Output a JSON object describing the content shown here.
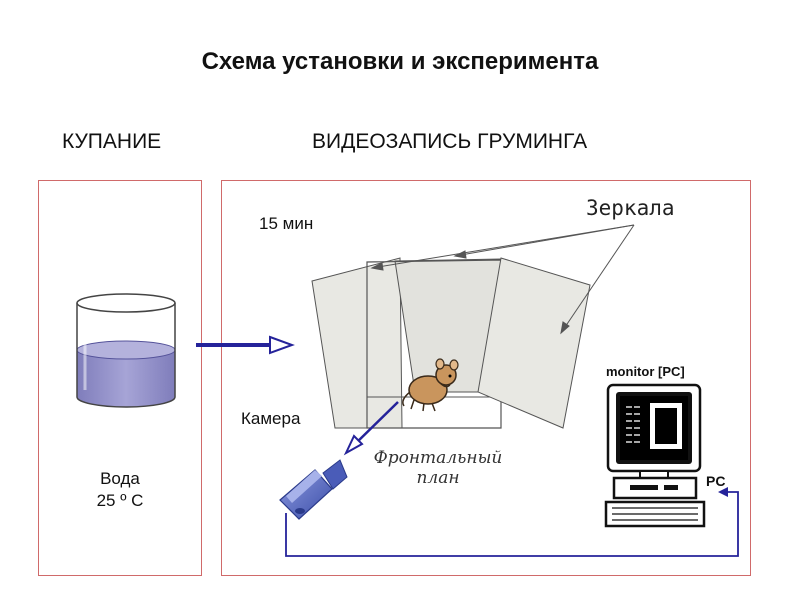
{
  "title": "Схема установки и эксперимента",
  "headings": {
    "bathing": "КУПАНИЕ",
    "recording": "ВИДЕОЗАПИСЬ ГРУМИНГА"
  },
  "water": {
    "line1": "Вода",
    "line2": "25 º С"
  },
  "labels": {
    "duration": "15 мин",
    "mirrors": "Зеркала",
    "camera": "Камера",
    "frontal_line1": "Фронтальный",
    "frontal_line2": "план",
    "monitor": "monitor [PC]",
    "pc": "PC"
  },
  "icons": [
    "beaker-icon",
    "mouse-icon",
    "video-camera-icon",
    "computer-monitor-icon"
  ],
  "colors": {
    "panel_border": "#d06a6a",
    "water": "#8f8dc4",
    "arrow": "#25239a",
    "camera_body": "#5b6fc9",
    "mirror_fill": "#e8e8e3",
    "mouse": "#c9955d"
  }
}
